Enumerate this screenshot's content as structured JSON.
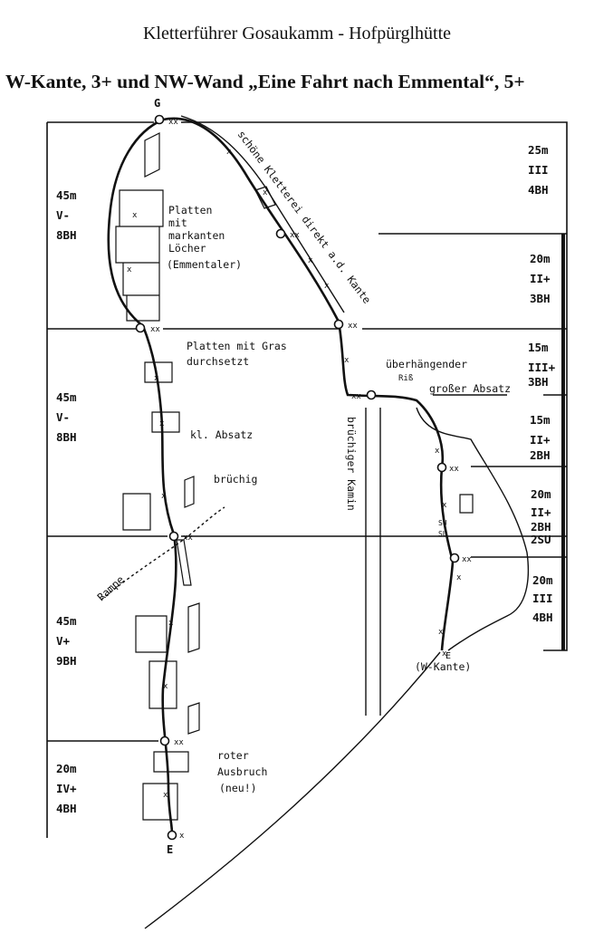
{
  "header": "Kletterführer Gosaukamm - Hofpürglhütte",
  "title": "W-Kante, 3+ und NW-Wand „Eine Fahrt nach Emmental“, 5+",
  "summit_label": "G",
  "nw_wand": {
    "start_label": "E",
    "pitches": [
      {
        "length": "45m",
        "grade": "V-",
        "bolts": "8BH"
      },
      {
        "length": "45m",
        "grade": "V-",
        "bolts": "8BH"
      },
      {
        "length": "45m",
        "grade": "V+",
        "bolts": "9BH"
      },
      {
        "length": "20m",
        "grade": "IV+",
        "bolts": "4BH"
      }
    ],
    "notes": {
      "platten_1": "Platten",
      "platten_2": "mit",
      "platten_3": "markanten",
      "platten_4": "Löcher",
      "platten_5": "(Emmentaler)",
      "gras_1": "Platten mit Gras",
      "gras_2": "durchsetzt",
      "absatz": "kl. Absatz",
      "bruechig": "brüchig",
      "rampe": "Rampe",
      "ausbruch_1": "roter",
      "ausbruch_2": "Ausbruch",
      "ausbruch_3": "(neu!)"
    }
  },
  "w_kante": {
    "start_label": "E",
    "start_note": "(W-Kante)",
    "pitches": [
      {
        "length": "25m",
        "grade": "III",
        "bolts": "4BH"
      },
      {
        "length": "20m",
        "grade": "II+",
        "bolts": "3BH"
      },
      {
        "length": "15m",
        "grade": "III+",
        "bolts": "3BH"
      },
      {
        "length": "15m",
        "grade": "II+",
        "bolts": "2BH"
      },
      {
        "length": "20m",
        "grade": "II+",
        "bolts": "2BH",
        "extra": "2SU"
      },
      {
        "length": "20m",
        "grade": "III",
        "bolts": "4BH"
      }
    ],
    "notes": {
      "kante": "schöne Kletterei direkt a.d. Kante",
      "ueberhang_1": "überhängender",
      "ueberhang_2": "Riß",
      "absatz": "großer Absatz",
      "kamin": "brüchiger Kamin",
      "su_1": "SU",
      "su_2": "SU"
    }
  }
}
